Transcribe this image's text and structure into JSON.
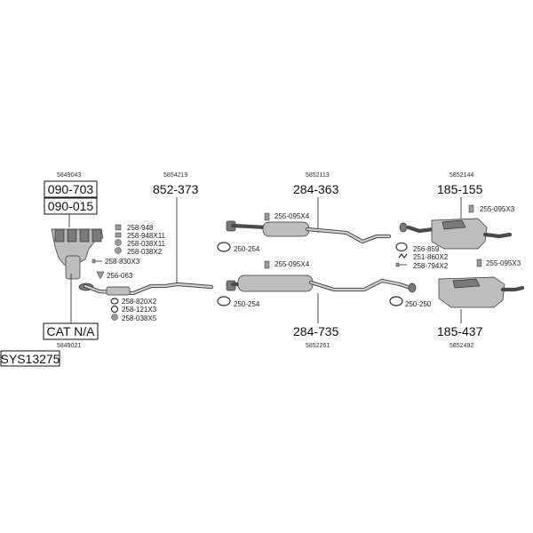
{
  "diagram": {
    "system_code": "SYS13275",
    "catalyst": {
      "oem": "5849043",
      "codes": [
        "090-703",
        "090-015"
      ],
      "status_label": "CAT N/A",
      "status_oem": "5849021"
    },
    "front_pipe": {
      "oem": "5854219",
      "code": "852-373"
    },
    "center_upper": {
      "oem": "5852113",
      "code": "284-363"
    },
    "center_lower": {
      "oem": "5852261",
      "code": "284-735"
    },
    "rear_upper": {
      "oem": "5852144",
      "code": "185-155"
    },
    "rear_lower": {
      "oem": "5852492",
      "code": "185-437"
    },
    "hardware": {
      "h1": "258-948",
      "h2": "258-948X11",
      "h3": "258-038X11",
      "h4": "258-038X2",
      "h5": "258-830X3",
      "h6": "256-063",
      "h7": "258-820X2",
      "h8": "258-121X3",
      "h9": "258-038X5",
      "h10": "255-095X4",
      "h11": "250-254",
      "h12": "255-095X4",
      "h13": "250-254",
      "h14": "255-095X3",
      "h15": "256-859",
      "h16": "251-860X2",
      "h17": "258-794X2",
      "h18": "255-095X3",
      "h19": "250-250"
    }
  }
}
